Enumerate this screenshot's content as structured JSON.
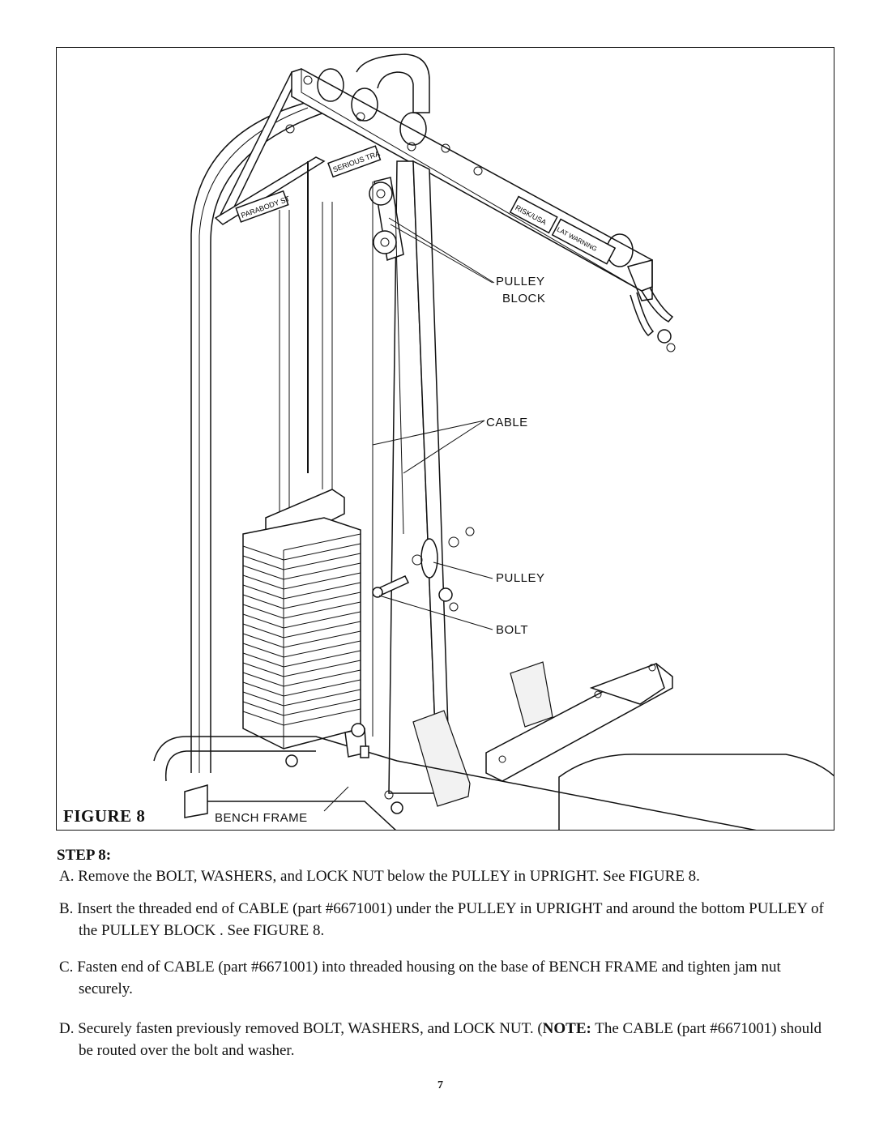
{
  "figure": {
    "title": "FIGURE 8",
    "labels": {
      "pulley_block": [
        "PULLEY",
        "BLOCK"
      ],
      "cable": "CABLE",
      "pulley": "PULLEY",
      "bolt": "BOLT",
      "bench_frame": "BENCH FRAME"
    },
    "decals": {
      "brand": "PARABODY ST",
      "serious": "SERIOUS TRA",
      "risk": "RISK/USA",
      "lat": "LAT WARNING"
    }
  },
  "step": {
    "heading": "STEP 8:",
    "items": [
      {
        "letter": "A.",
        "text": "Remove the BOLT, WASHERS, and LOCK NUT below the PULLEY in UPRIGHT. See FIGURE 8."
      },
      {
        "letter": "B.",
        "text": "Insert the threaded end of CABLE (part #6671001) under the PULLEY in UPRIGHT and around the bottom PULLEY of the PULLEY BLOCK . See FIGURE 8."
      },
      {
        "letter": "C.",
        "text": "Fasten end of CABLE (part #6671001) into threaded housing on the base of BENCH FRAME and tighten jam nut securely."
      },
      {
        "letter": "D.",
        "text_before": "Securely fasten previously removed BOLT, WASHERS, and LOCK NUT. (",
        "note_label": "NOTE:",
        "text_after": " The CABLE (part #6671001) should be routed over the bolt and washer."
      }
    ]
  },
  "page_number": "7"
}
